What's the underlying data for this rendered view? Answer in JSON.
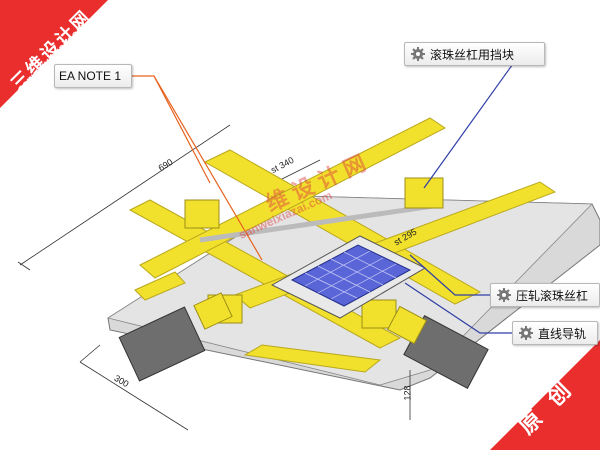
{
  "callouts": {
    "note": "EA NOTE 1",
    "stopper": "滚珠丝杠用挡块",
    "ballscrew": "压轧滚珠丝杠",
    "guide": "直线导轨"
  },
  "icons": {
    "callout_icon": "gear-icon"
  },
  "dimensions": {
    "length": "690",
    "width": "300",
    "height": "128",
    "stroke_x": "st 340",
    "stroke_y": "st 295"
  },
  "watermark": {
    "corner_title": "三维设计网",
    "corner_url": "sanweixiazai.com",
    "center_title": "维 设 计 网",
    "center_url": "sanweixiazai.com",
    "bottom_right": "原创"
  },
  "colors": {
    "rail_yellow": "#f2e12c",
    "rail_edge": "#b9a81c",
    "base_plate": "#d8d8d8",
    "motor_gray": "#6e6e6e",
    "fixture_blue": "#5a66d8",
    "leader_orange": "#e8631f",
    "leader_blue": "#2f3fa8",
    "corner_banner": "#ea2e2e"
  }
}
